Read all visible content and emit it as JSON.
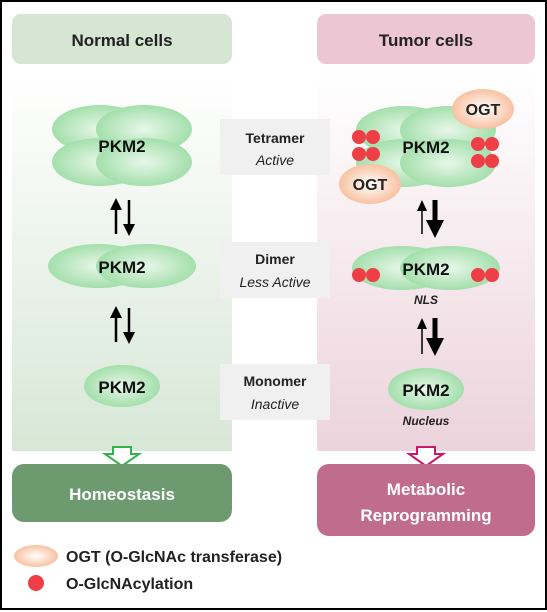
{
  "columns": {
    "normal": {
      "header": "Normal cells",
      "outcome": "Homeostasis",
      "colors": {
        "panel_top": "#ffffff",
        "panel_bottom": "#d7e7d6",
        "header_bg": "#d5e6d3",
        "outcome_bg": "#6e9a70",
        "outcome_text": "#ffffff",
        "arrow": "#35b04d"
      }
    },
    "tumor": {
      "header": "Tumor cells",
      "outcome_line1": "Metabolic",
      "outcome_line2": "Reprogramming",
      "colors": {
        "panel_top": "#ffffff",
        "panel_bottom": "#ecd3dc",
        "header_bg": "#ecc7d3",
        "outcome_bg": "#bf6c8d",
        "outcome_text": "#ffffff",
        "arrow": "#c8186b"
      }
    }
  },
  "protein": {
    "label": "PKM2",
    "color": "#8fd898"
  },
  "states": [
    {
      "name": "Tetramer",
      "activity": "Active"
    },
    {
      "name": "Dimer",
      "activity": "Less Active"
    },
    {
      "name": "Monomer",
      "activity": "Inactive"
    }
  ],
  "tumor_annotations": {
    "enzyme": "OGT",
    "nls": "NLS",
    "nucleus": "Nucleus"
  },
  "legend": {
    "ogt": "OGT (O-GlcNAc transferase)",
    "glcnac": "O-GlcNAcylation"
  },
  "colors": {
    "ogt_fill": "#f7b58e",
    "glcnac_dot": "#ee3e46",
    "state_box": "#f0f0f0"
  }
}
